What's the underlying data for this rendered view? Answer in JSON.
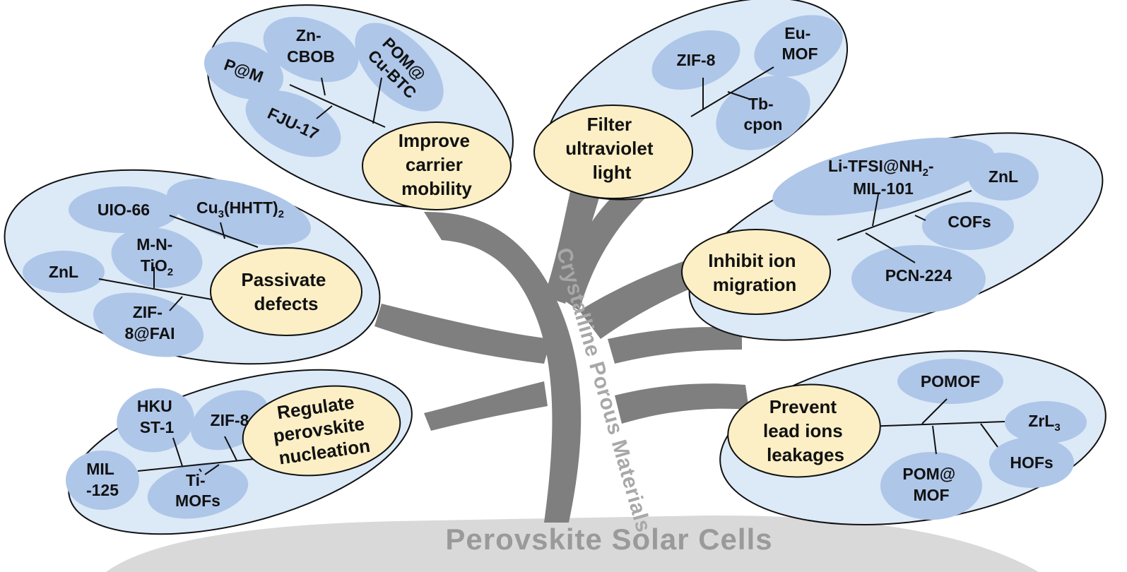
{
  "trunk_label": "Crystalline Porous Materials",
  "ground_label": "Perovskite Solar Cells",
  "colors": {
    "cluster_fill": "#dce9f7",
    "leaf_fill": "#aec6e8",
    "center_fill": "#fcefc5",
    "trunk": "#7f7f7f",
    "ground": "#d9d9d9"
  },
  "clusters": [
    {
      "id": "mobility",
      "title": [
        "Improve",
        "carrier",
        "mobility"
      ],
      "materials": [
        [
          "Zn-",
          "CBOB"
        ],
        [
          "POM@",
          "Cu-BTC"
        ],
        [
          "P@M"
        ],
        [
          "FJU-17"
        ]
      ]
    },
    {
      "id": "uv",
      "title": [
        "Filter",
        "ultraviolet",
        "light"
      ],
      "materials": [
        [
          "ZIF-8"
        ],
        [
          "Eu-",
          "MOF"
        ],
        [
          "Tb-",
          "cpon"
        ]
      ]
    },
    {
      "id": "ion",
      "title": [
        "Inhibit ion",
        "migration"
      ],
      "materials": [
        [
          "Li-TFSI@NH",
          "MIL-101"
        ],
        [
          "ZnL"
        ],
        [
          "COFs"
        ],
        [
          "PCN-224"
        ]
      ]
    },
    {
      "id": "defects",
      "title": [
        "Passivate",
        "defects"
      ],
      "materials": [
        [
          "UIO-66"
        ],
        [
          "Cu",
          "(HHTT)"
        ],
        [
          "M-N-",
          "TiO"
        ],
        [
          "ZnL"
        ],
        [
          "ZIF-",
          "8@FAI"
        ]
      ]
    },
    {
      "id": "nucleation",
      "title": [
        "Regulate",
        "perovskite",
        "nucleation"
      ],
      "materials": [
        [
          "HKU",
          "ST-1"
        ],
        [
          "ZIF-8"
        ],
        [
          "MIL",
          "-125"
        ],
        [
          "Ti-",
          "MOFs"
        ]
      ]
    },
    {
      "id": "lead",
      "title": [
        "Prevent",
        "lead ions",
        "leakages"
      ],
      "materials": [
        [
          "POMOF"
        ],
        [
          "ZrL"
        ],
        [
          "HOFs"
        ],
        [
          "POM@",
          "MOF"
        ]
      ]
    }
  ],
  "subscripts": {
    "nh2": "2",
    "cu3": "3",
    "hhtt2": "2",
    "tio2": "2",
    "zrl3": "3"
  }
}
